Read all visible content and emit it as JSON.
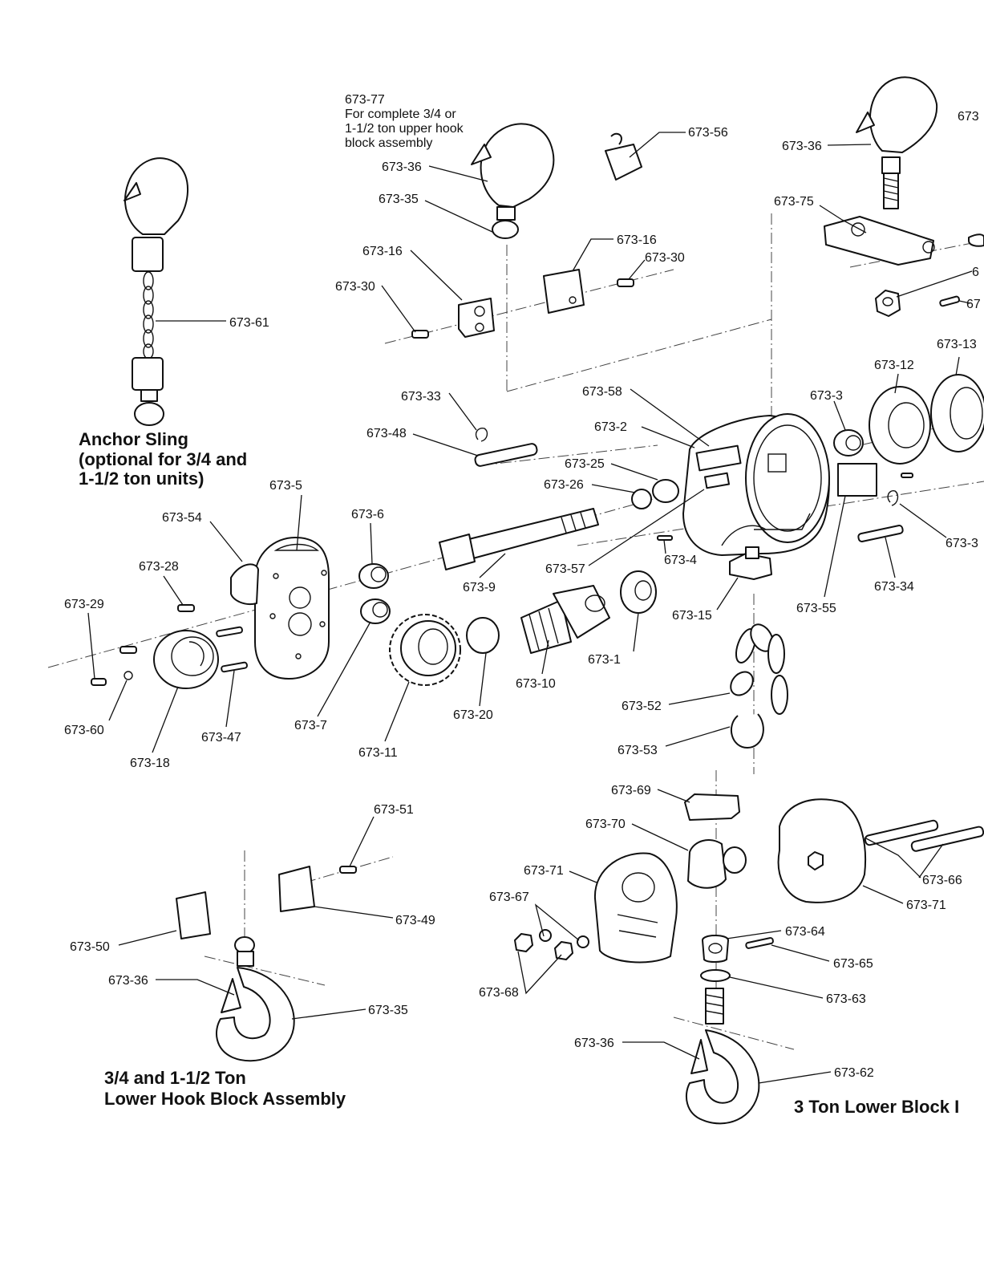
{
  "captions": {
    "anchor_sling": [
      "Anchor Sling",
      "(optional for 3/4 and",
      "1-1/2 ton units)"
    ],
    "lower_hook_block": [
      "3/4 and 1-1/2 Ton",
      "Lower Hook Block Assembly"
    ],
    "three_ton_lower_block": "3 Ton Lower Block I"
  },
  "upper_hook_note": [
    "673-77",
    "For complete 3/4 or",
    "1-1/2 ton upper hook",
    "block assembly"
  ],
  "labels": {
    "p673_56": "673-56",
    "p673_36_a": "673-36",
    "p673_35_a": "673-35",
    "p673_36_b": "673-36",
    "p673_73": "673",
    "p673_75": "673-75",
    "p673_16_a": "673-16",
    "p673_16_b": "673-16",
    "p673_30_a": "673-30",
    "p673_30_b": "673-30",
    "p673_6x_r1": "6",
    "p673_6x_r2": "67",
    "p673_61": "673-61",
    "p673_13": "673-13",
    "p673_12": "673-12",
    "p673_33": "673-33",
    "p673_58": "673-58",
    "p673_3": "673-3",
    "p673_48": "673-48",
    "p673_2": "673-2",
    "p673_25": "673-25",
    "p673_26": "673-26",
    "p673_5": "673-5",
    "p673_54": "673-54",
    "p673_6": "673-6",
    "p673_3x": "673-3",
    "p673_4": "673-4",
    "p673_28": "673-28",
    "p673_57": "673-57",
    "p673_9": "673-9",
    "p673_34": "673-34",
    "p673_29": "673-29",
    "p673_55": "673-55",
    "p673_15": "673-15",
    "p673_1": "673-1",
    "p673_10": "673-10",
    "p673_52": "673-52",
    "p673_60": "673-60",
    "p673_47": "673-47",
    "p673_7": "673-7",
    "p673_20": "673-20",
    "p673_18": "673-18",
    "p673_11": "673-11",
    "p673_53": "673-53",
    "p673_69": "673-69",
    "p673_51": "673-51",
    "p673_70": "673-70",
    "p673_66": "673-66",
    "p673_71_a": "673-71",
    "p673_71_b": "673-71",
    "p673_67": "673-67",
    "p673_49": "673-49",
    "p673_64": "673-64",
    "p673_50": "673-50",
    "p673_65": "673-65",
    "p673_36_c": "673-36",
    "p673_68": "673-68",
    "p673_63": "673-63",
    "p673_35_b": "673-35",
    "p673_36_d": "673-36",
    "p673_62": "673-62"
  }
}
